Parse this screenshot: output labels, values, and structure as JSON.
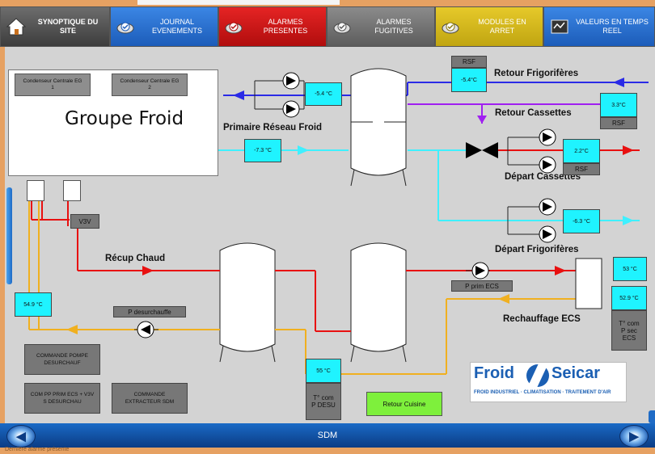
{
  "nav": {
    "home": "SYNOPTIQUE DU SITE",
    "journal": "JOURNAL\nEVENEMENTS",
    "alarmes": "ALARMES PRESENTES",
    "fugitives": "ALARMES FUGITIVES",
    "modules": "MODULES EN ARRET",
    "valeurs": "VALEURS EN TEMPS\nREEL"
  },
  "groupe": {
    "title": "Groupe Froid",
    "cond1": "Condenseur Centrale EG\n1",
    "cond2": "Condenseur Centrale EG\n2"
  },
  "labels": {
    "primaire": "Primaire Réseau Froid",
    "retour_frig": "Retour Frigorifères",
    "retour_cass": "Retour Cassettes",
    "depart_cass": "Départ Cassettes",
    "depart_frig": "Départ Frigorifères",
    "recup": "Récup Chaud",
    "rechauffage": "Rechauffage ECS"
  },
  "values": {
    "primaire_top": "-5.4 °C",
    "primaire_bottom": "-7.3 °C",
    "retour_frig": "-5.4°C",
    "retour_cass": "3.3°C",
    "depart_cass": "2.2°C",
    "depart_frig": "-6.3 °C",
    "ecs_out": "53 °C",
    "ecs_sec": "52.9 °C",
    "p_desu": "55 °C",
    "left_temp": "54.9 °C"
  },
  "tags": {
    "rsf1": "RSF",
    "rsf2": "RSF",
    "rsf3": "RSF",
    "v3v": "V3V",
    "p_prim_ecs": "P prim ECS",
    "p_desurchauffe": "P desurchauffe",
    "t_com_p_sec": "T° com\nP sec\nECS",
    "t_com_p_desu": "T° com\nP DESU"
  },
  "commands": {
    "pompe": "COMMANDE POMPE\nDESURCHAUF",
    "compp": "COM PP PRIM ECS + V3V\nS DESURCHAU",
    "extracteur": "COMMANDE\nEXTRACTEUR SDM",
    "retour_cuisine": "Retour Cuisine"
  },
  "logo": {
    "brand_left": "Froid",
    "brand_right": "Seicar",
    "tagline": "FROID INDUSTRIEL · CLIMATISATION · TRAITEMENT D'AIR"
  },
  "footer": {
    "title": "SDM",
    "status": "Dernière alarme présente"
  },
  "colors": {
    "cold_line": "#2a2ae6",
    "cyan_line": "#3ff0ff",
    "purple_line": "#a020f0",
    "hot_line": "#e81010",
    "ecs_line": "#f0b020",
    "value_box": "#1ff3ff"
  },
  "icons": [
    "home-icon",
    "journal-icon",
    "alarm-icon",
    "fugitive-icon",
    "modules-icon",
    "realtime-icon"
  ]
}
